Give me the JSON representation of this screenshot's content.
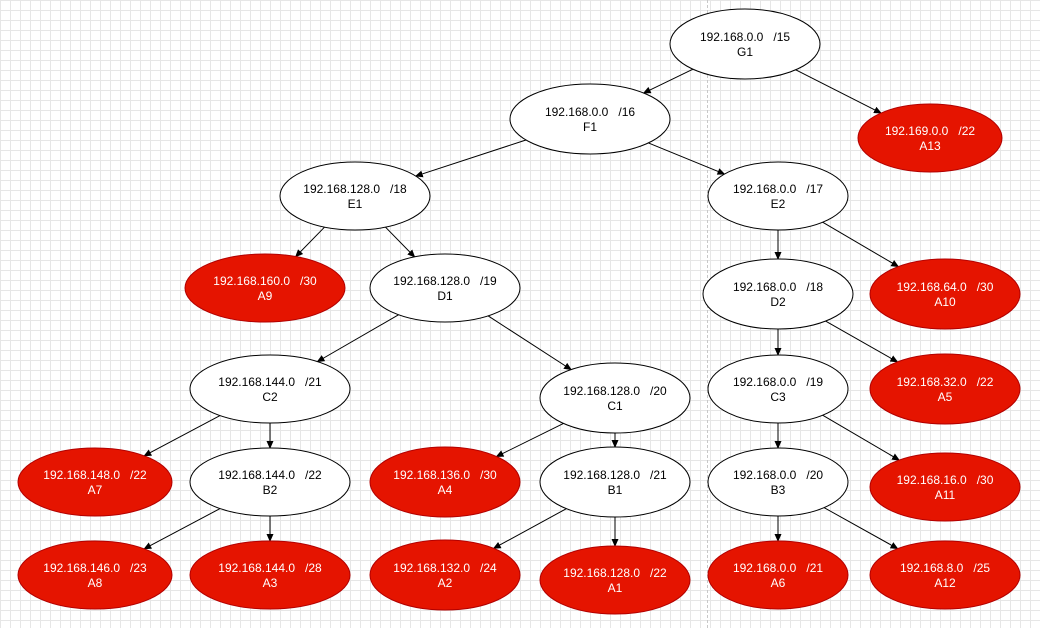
{
  "nodes": [
    {
      "id": "G1",
      "ip": "192.168.0.0",
      "prefix": "/15",
      "allocated": false
    },
    {
      "id": "F1",
      "ip": "192.168.0.0",
      "prefix": "/16",
      "allocated": false
    },
    {
      "id": "A13",
      "ip": "192.169.0.0",
      "prefix": "/22",
      "allocated": true
    },
    {
      "id": "E1",
      "ip": "192.168.128.0",
      "prefix": "/18",
      "allocated": false
    },
    {
      "id": "E2",
      "ip": "192.168.0.0",
      "prefix": "/17",
      "allocated": false
    },
    {
      "id": "A9",
      "ip": "192.168.160.0",
      "prefix": "/30",
      "allocated": true
    },
    {
      "id": "D1",
      "ip": "192.168.128.0",
      "prefix": "/19",
      "allocated": false
    },
    {
      "id": "D2",
      "ip": "192.168.0.0",
      "prefix": "/18",
      "allocated": false
    },
    {
      "id": "A10",
      "ip": "192.168.64.0",
      "prefix": "/30",
      "allocated": true
    },
    {
      "id": "C2",
      "ip": "192.168.144.0",
      "prefix": "/21",
      "allocated": false
    },
    {
      "id": "C1",
      "ip": "192.168.128.0",
      "prefix": "/20",
      "allocated": false
    },
    {
      "id": "C3",
      "ip": "192.168.0.0",
      "prefix": "/19",
      "allocated": false
    },
    {
      "id": "A5",
      "ip": "192.168.32.0",
      "prefix": "/22",
      "allocated": true
    },
    {
      "id": "A7",
      "ip": "192.168.148.0",
      "prefix": "/22",
      "allocated": true
    },
    {
      "id": "B2",
      "ip": "192.168.144.0",
      "prefix": "/22",
      "allocated": false
    },
    {
      "id": "A4",
      "ip": "192.168.136.0",
      "prefix": "/30",
      "allocated": true
    },
    {
      "id": "B1",
      "ip": "192.168.128.0",
      "prefix": "/21",
      "allocated": false
    },
    {
      "id": "B3",
      "ip": "192.168.0.0",
      "prefix": "/20",
      "allocated": false
    },
    {
      "id": "A11",
      "ip": "192.168.16.0",
      "prefix": "/30",
      "allocated": true
    },
    {
      "id": "A8",
      "ip": "192.168.146.0",
      "prefix": "/23",
      "allocated": true
    },
    {
      "id": "A3",
      "ip": "192.168.144.0",
      "prefix": "/28",
      "allocated": true
    },
    {
      "id": "A2",
      "ip": "192.168.132.0",
      "prefix": "/24",
      "allocated": true
    },
    {
      "id": "A1",
      "ip": "192.168.128.0",
      "prefix": "/22",
      "allocated": true
    },
    {
      "id": "A6",
      "ip": "192.168.0.0",
      "prefix": "/21",
      "allocated": true
    },
    {
      "id": "A12",
      "ip": "192.168.8.0",
      "prefix": "/25",
      "allocated": true
    }
  ],
  "edges": [
    [
      "G1",
      "F1"
    ],
    [
      "G1",
      "A13"
    ],
    [
      "F1",
      "E1"
    ],
    [
      "F1",
      "E2"
    ],
    [
      "E1",
      "A9"
    ],
    [
      "E1",
      "D1"
    ],
    [
      "E2",
      "D2"
    ],
    [
      "E2",
      "A10"
    ],
    [
      "D1",
      "C2"
    ],
    [
      "D1",
      "C1"
    ],
    [
      "D2",
      "C3"
    ],
    [
      "D2",
      "A5"
    ],
    [
      "C2",
      "A7"
    ],
    [
      "C2",
      "B2"
    ],
    [
      "C1",
      "A4"
    ],
    [
      "C1",
      "B1"
    ],
    [
      "C3",
      "B3"
    ],
    [
      "C3",
      "A11"
    ],
    [
      "B2",
      "A8"
    ],
    [
      "B2",
      "A3"
    ],
    [
      "B1",
      "A2"
    ],
    [
      "B1",
      "A1"
    ],
    [
      "B3",
      "A6"
    ],
    [
      "B3",
      "A12"
    ]
  ],
  "colors": {
    "allocated_fill": "#e51400",
    "allocated_stroke": "#b20000",
    "allocated_text": "#ffffff",
    "free_fill": "#ffffff",
    "free_stroke": "#000000",
    "free_text": "#000000",
    "edge": "#000000"
  }
}
